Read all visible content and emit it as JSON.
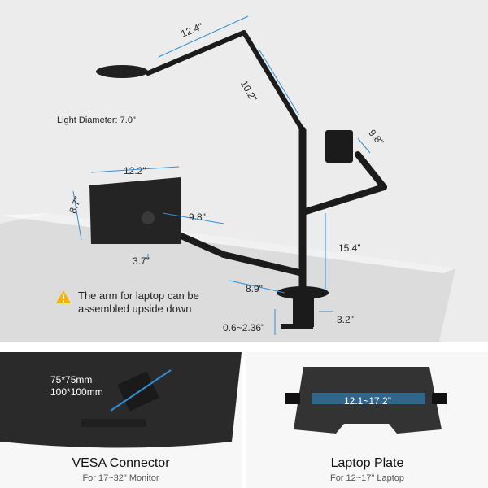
{
  "main": {
    "light_label": "Light Diameter: 7.0\"",
    "dims": {
      "top_arm": "12.4\"",
      "upper_arm": "10.2\"",
      "monitor_arm": "9.8\"",
      "tablet_width": "12.2\"",
      "tablet_height": "8.7\"",
      "laptop_arm": "9.8\"",
      "laptop_depth": "3.7\"",
      "laptop_lower": "8.9\"",
      "pole": "15.4\"",
      "clamp_range": "0.6~2.36\"",
      "base": "3.2\""
    },
    "warning": "The arm for laptop can be assembled upside down"
  },
  "vesa": {
    "sizes": [
      "75*75mm",
      "100*100mm"
    ],
    "title": "VESA Connector",
    "subtitle": "For 17~32\" Monitor"
  },
  "laptop": {
    "range": "12.1~17.2\"",
    "title": "Laptop Plate",
    "subtitle": "For 12~17\" Laptop"
  },
  "colors": {
    "arm": "#1b1b1b",
    "dimension_line": "#2f8fd6",
    "warning": "#f4b400"
  }
}
